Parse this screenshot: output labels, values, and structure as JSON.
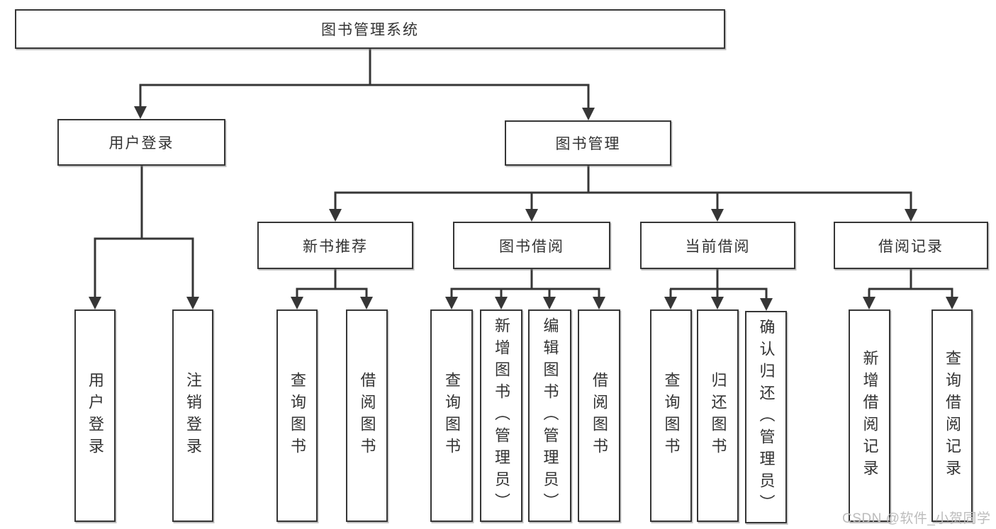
{
  "diagram": {
    "root": "图书管理系统",
    "branches": [
      {
        "label": "用户登录",
        "leaves": [
          "用户登录",
          "注销登录"
        ]
      },
      {
        "label": "图书管理",
        "groups": [
          {
            "label": "新书推荐",
            "leaves": [
              "查询图书",
              "借阅图书"
            ]
          },
          {
            "label": "图书借阅",
            "leaves": [
              "查询图书",
              "新增图书（管理员）",
              "编辑图书（管理员）",
              "借阅图书"
            ]
          },
          {
            "label": "当前借阅",
            "leaves": [
              "查询图书",
              "归还图书",
              "确认归还（管理员）"
            ]
          },
          {
            "label": "借阅记录",
            "leaves": [
              "新增借阅记录",
              "查询借阅记录"
            ]
          }
        ]
      }
    ],
    "watermark": "CSDN @软件_小贺同学",
    "colors": {
      "line": "#363636",
      "text": "#333333",
      "background": "#ffffff",
      "watermark": "#bcbcbc"
    }
  }
}
